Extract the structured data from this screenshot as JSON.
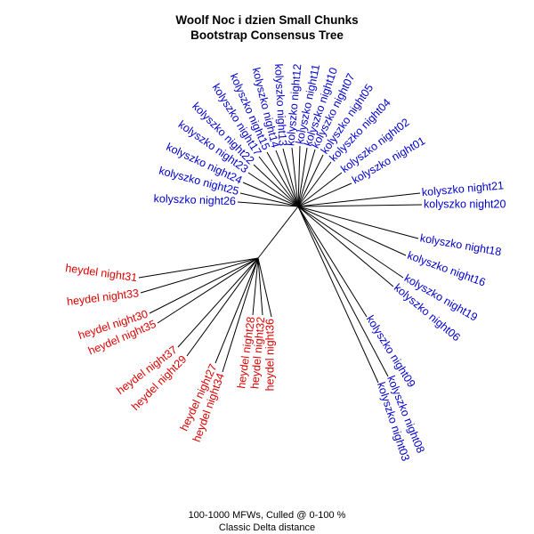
{
  "title": {
    "line1": "Woolf Noc i dzien Small Chunks",
    "line2": "Bootstrap Consensus Tree"
  },
  "footer": {
    "line1": "100-1000 MFWs, Culled @ 0-100 %",
    "line2": "Classic Delta distance"
  },
  "colors": {
    "kolyszko": "#0000cc",
    "heydel": "#dd0000",
    "edges": "#000000"
  },
  "tree": {
    "hubs": [
      {
        "id": "root",
        "children": [
          "kolyszko night01",
          "kolyszko night02",
          "kolyszko night04",
          "kolyszko night05",
          "kolyszko night07",
          "kolyszko night10",
          "kolyszko night11",
          "kolyszko night12",
          "kolyszko night13",
          "kolyszko night14",
          "kolyszko night15",
          "kolyszko night17",
          "kolyszko night22",
          "kolyszko night23",
          "kolyszko night24",
          "kolyszko night25",
          "kolyszko night26",
          "kolyszko night21",
          "kolyszko night20",
          "kolyszko night18",
          "kolyszko night16",
          "kolyszko night19",
          "kolyszko night06",
          "kolyszko night09",
          "kolyszko night08",
          "kolyszko night03",
          "heydel"
        ]
      },
      {
        "id": "heydel",
        "children": [
          "heydel night31",
          "heydel night33",
          "heydel night30",
          "heydel night35",
          "heydel night37",
          "heydel night29",
          "heydel night27",
          "heydel night34",
          "heydel night28",
          "heydel night32",
          "heydel night36"
        ]
      }
    ],
    "leaves": [
      {
        "label": "kolyszko night01",
        "group": "kolyszko"
      },
      {
        "label": "kolyszko night02",
        "group": "kolyszko"
      },
      {
        "label": "kolyszko night04",
        "group": "kolyszko"
      },
      {
        "label": "kolyszko night05",
        "group": "kolyszko"
      },
      {
        "label": "kolyszko night07",
        "group": "kolyszko"
      },
      {
        "label": "kolyszko night10",
        "group": "kolyszko"
      },
      {
        "label": "kolyszko night11",
        "group": "kolyszko"
      },
      {
        "label": "kolyszko night12",
        "group": "kolyszko"
      },
      {
        "label": "kolyszko night13",
        "group": "kolyszko"
      },
      {
        "label": "kolyszko night14",
        "group": "kolyszko"
      },
      {
        "label": "kolyszko night15",
        "group": "kolyszko"
      },
      {
        "label": "kolyszko night17",
        "group": "kolyszko"
      },
      {
        "label": "kolyszko night22",
        "group": "kolyszko"
      },
      {
        "label": "kolyszko night23",
        "group": "kolyszko"
      },
      {
        "label": "kolyszko night24",
        "group": "kolyszko"
      },
      {
        "label": "kolyszko night25",
        "group": "kolyszko"
      },
      {
        "label": "kolyszko night26",
        "group": "kolyszko"
      },
      {
        "label": "kolyszko night21",
        "group": "kolyszko"
      },
      {
        "label": "kolyszko night20",
        "group": "kolyszko"
      },
      {
        "label": "kolyszko night18",
        "group": "kolyszko"
      },
      {
        "label": "kolyszko night16",
        "group": "kolyszko"
      },
      {
        "label": "kolyszko night19",
        "group": "kolyszko"
      },
      {
        "label": "kolyszko night06",
        "group": "kolyszko"
      },
      {
        "label": "kolyszko night09",
        "group": "kolyszko"
      },
      {
        "label": "kolyszko night08",
        "group": "kolyszko"
      },
      {
        "label": "kolyszko night03",
        "group": "kolyszko"
      },
      {
        "label": "heydel night31",
        "group": "heydel"
      },
      {
        "label": "heydel night33",
        "group": "heydel"
      },
      {
        "label": "heydel night30",
        "group": "heydel"
      },
      {
        "label": "heydel night35",
        "group": "heydel"
      },
      {
        "label": "heydel night37",
        "group": "heydel"
      },
      {
        "label": "heydel night29",
        "group": "heydel"
      },
      {
        "label": "heydel night27",
        "group": "heydel"
      },
      {
        "label": "heydel night34",
        "group": "heydel"
      },
      {
        "label": "heydel night28",
        "group": "heydel"
      },
      {
        "label": "heydel night32",
        "group": "heydel"
      },
      {
        "label": "heydel night36",
        "group": "heydel"
      }
    ]
  }
}
